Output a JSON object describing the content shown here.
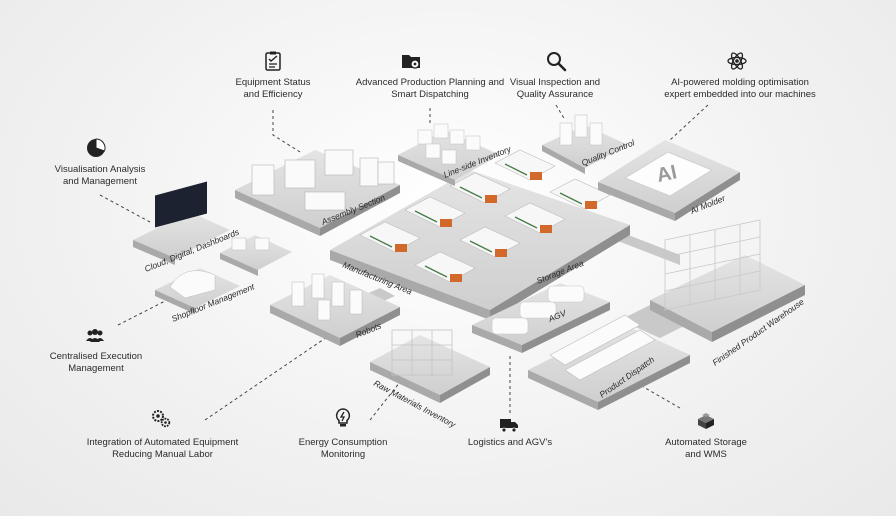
{
  "features": {
    "equipment_status": {
      "line1": "Equipment Status",
      "line2": "and Efficiency",
      "icon": "clipboard-check-icon"
    },
    "production_planning": {
      "line1": "Advanced Production Planning and",
      "line2": "Smart Dispatching",
      "icon": "folder-gear-icon"
    },
    "visual_inspection": {
      "line1": "Visual Inspection and",
      "line2": "Quality Assurance",
      "icon": "magnifier-icon"
    },
    "ai_molding": {
      "line1": "AI-powered molding optimisation",
      "line2": "expert embedded into our machines",
      "icon": "atom-icon"
    },
    "visualisation": {
      "line1": "Visualisation Analysis",
      "line2": "and Management",
      "icon": "pie-chart-icon"
    },
    "execution": {
      "line1": "Centralised Execution",
      "line2": "Management",
      "icon": "users-icon"
    },
    "automation": {
      "line1": "Integration of Automated Equipment",
      "line2": "Reducing Manual Labor",
      "icon": "gears-icon"
    },
    "energy": {
      "line1": "Energy Consumption",
      "line2": "Monitoring",
      "icon": "lightbulb-icon"
    },
    "logistics": {
      "line1": "Logistics and AGV's",
      "icon": "truck-icon"
    },
    "storage": {
      "line1": "Automated Storage",
      "line2": "and WMS",
      "icon": "boxes-icon"
    }
  },
  "zones": {
    "assembly": "Assembly Section",
    "lineside": "Line-side Inventory",
    "quality": "Quality Control",
    "ai_molder": "AI Molder",
    "ai_tile": "AI",
    "dashboards": "Cloud, Digital, Dashboards",
    "shopfloor": "Shopfloor Management",
    "manufacturing": "Manufacturing Area",
    "storage_area": "Storage Area",
    "robots": "Robots",
    "agv": "AGV",
    "raw_materials": "Raw Materials Inventory",
    "dispatch": "Product Dispatch",
    "warehouse": "Finished Product Warehouse"
  }
}
